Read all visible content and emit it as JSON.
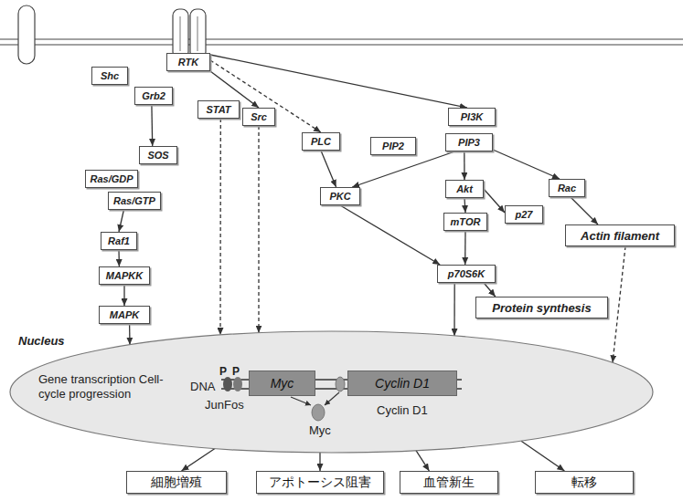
{
  "diagram": {
    "nodes": [
      {
        "text": [
          "RTK"
        ]
      },
      {
        "text": [
          "Shc"
        ]
      },
      {
        "text": [
          "Grb2"
        ]
      },
      {
        "text": [
          "STAT"
        ]
      },
      {
        "text": [
          "Src"
        ]
      },
      {
        "text": [
          "PI3K"
        ]
      },
      {
        "text": [
          "PLC"
        ]
      },
      {
        "text": [
          "PIP2"
        ]
      },
      {
        "text": [
          "PIP3"
        ]
      },
      {
        "text": [
          "SOS"
        ]
      },
      {
        "text": [
          "Ras/GDP"
        ]
      },
      {
        "text": [
          "PKC"
        ]
      },
      {
        "text": [
          "Akt"
        ]
      },
      {
        "text": [
          "Rac"
        ]
      },
      {
        "text": [
          "Ras/GTP"
        ]
      },
      {
        "text": [
          "p27"
        ]
      },
      {
        "text": [
          "mTOR"
        ]
      },
      {
        "text": [
          "Actin filament"
        ]
      },
      {
        "text": [
          "Raf1"
        ]
      },
      {
        "text": [
          "p70S6K"
        ]
      },
      {
        "text": [
          "MAPKK"
        ]
      },
      {
        "text": [
          "Protein synthesis"
        ]
      },
      {
        "text": [
          "MAPK"
        ]
      },
      {
        "text": [
          "Nucleus",
          "Gene transcription Cell-cycle progression"
        ]
      },
      {
        "text": [
          "Myc"
        ],
        "in": 23
      },
      {
        "text": [
          "Cyclin D1"
        ],
        "in": 23
      },
      {
        "text": [
          "細胞増殖"
        ]
      },
      {
        "text": [
          "アポトーシス阻害"
        ]
      },
      {
        "text": [
          "血管新生"
        ]
      },
      {
        "text": [
          "転移"
        ]
      }
    ],
    "edges": [
      {
        "from": 0,
        "to": 4,
        "arrow": "to"
      },
      {
        "from": 0,
        "to": 6,
        "arrow": "to"
      },
      {
        "from": 0,
        "to": 5,
        "arrow": "to"
      },
      {
        "from": 2,
        "to": 9,
        "arrow": "to"
      },
      {
        "from": 14,
        "to": 18,
        "arrow": "to"
      },
      {
        "from": 18,
        "to": 20,
        "arrow": "to"
      },
      {
        "from": 20,
        "to": 22,
        "arrow": "to"
      },
      {
        "from": 22,
        "to": 23,
        "arrow": "to"
      },
      {
        "from": 3,
        "to": 23,
        "arrow": "to"
      },
      {
        "from": 4,
        "to": 23,
        "arrow": "to"
      },
      {
        "from": 6,
        "to": 11,
        "arrow": "to"
      },
      {
        "from": 8,
        "to": 11,
        "arrow": "to"
      },
      {
        "from": 8,
        "to": 12,
        "arrow": "to"
      },
      {
        "from": 8,
        "to": 13,
        "arrow": "to"
      },
      {
        "from": 12,
        "to": 15,
        "arrow": "to"
      },
      {
        "from": 12,
        "to": 16,
        "arrow": "to"
      },
      {
        "from": 16,
        "to": 19,
        "arrow": "to"
      },
      {
        "from": 11,
        "to": 19,
        "arrow": "to"
      },
      {
        "from": 19,
        "to": 21,
        "arrow": "to"
      },
      {
        "from": 19,
        "to": 23,
        "arrow": "to"
      },
      {
        "from": 13,
        "to": 17,
        "arrow": "to"
      },
      {
        "from": 17,
        "to": 23,
        "arrow": "to"
      },
      {
        "from": 23,
        "to": 26,
        "arrow": "to"
      },
      {
        "from": 23,
        "to": 27,
        "arrow": "to"
      },
      {
        "from": 23,
        "to": 28,
        "arrow": "to"
      },
      {
        "from": 23,
        "to": 29,
        "arrow": "to"
      }
    ],
    "labels": [
      "P",
      "P",
      "DNA",
      "JunFos",
      "Myc",
      "Cyclin D1"
    ]
  }
}
